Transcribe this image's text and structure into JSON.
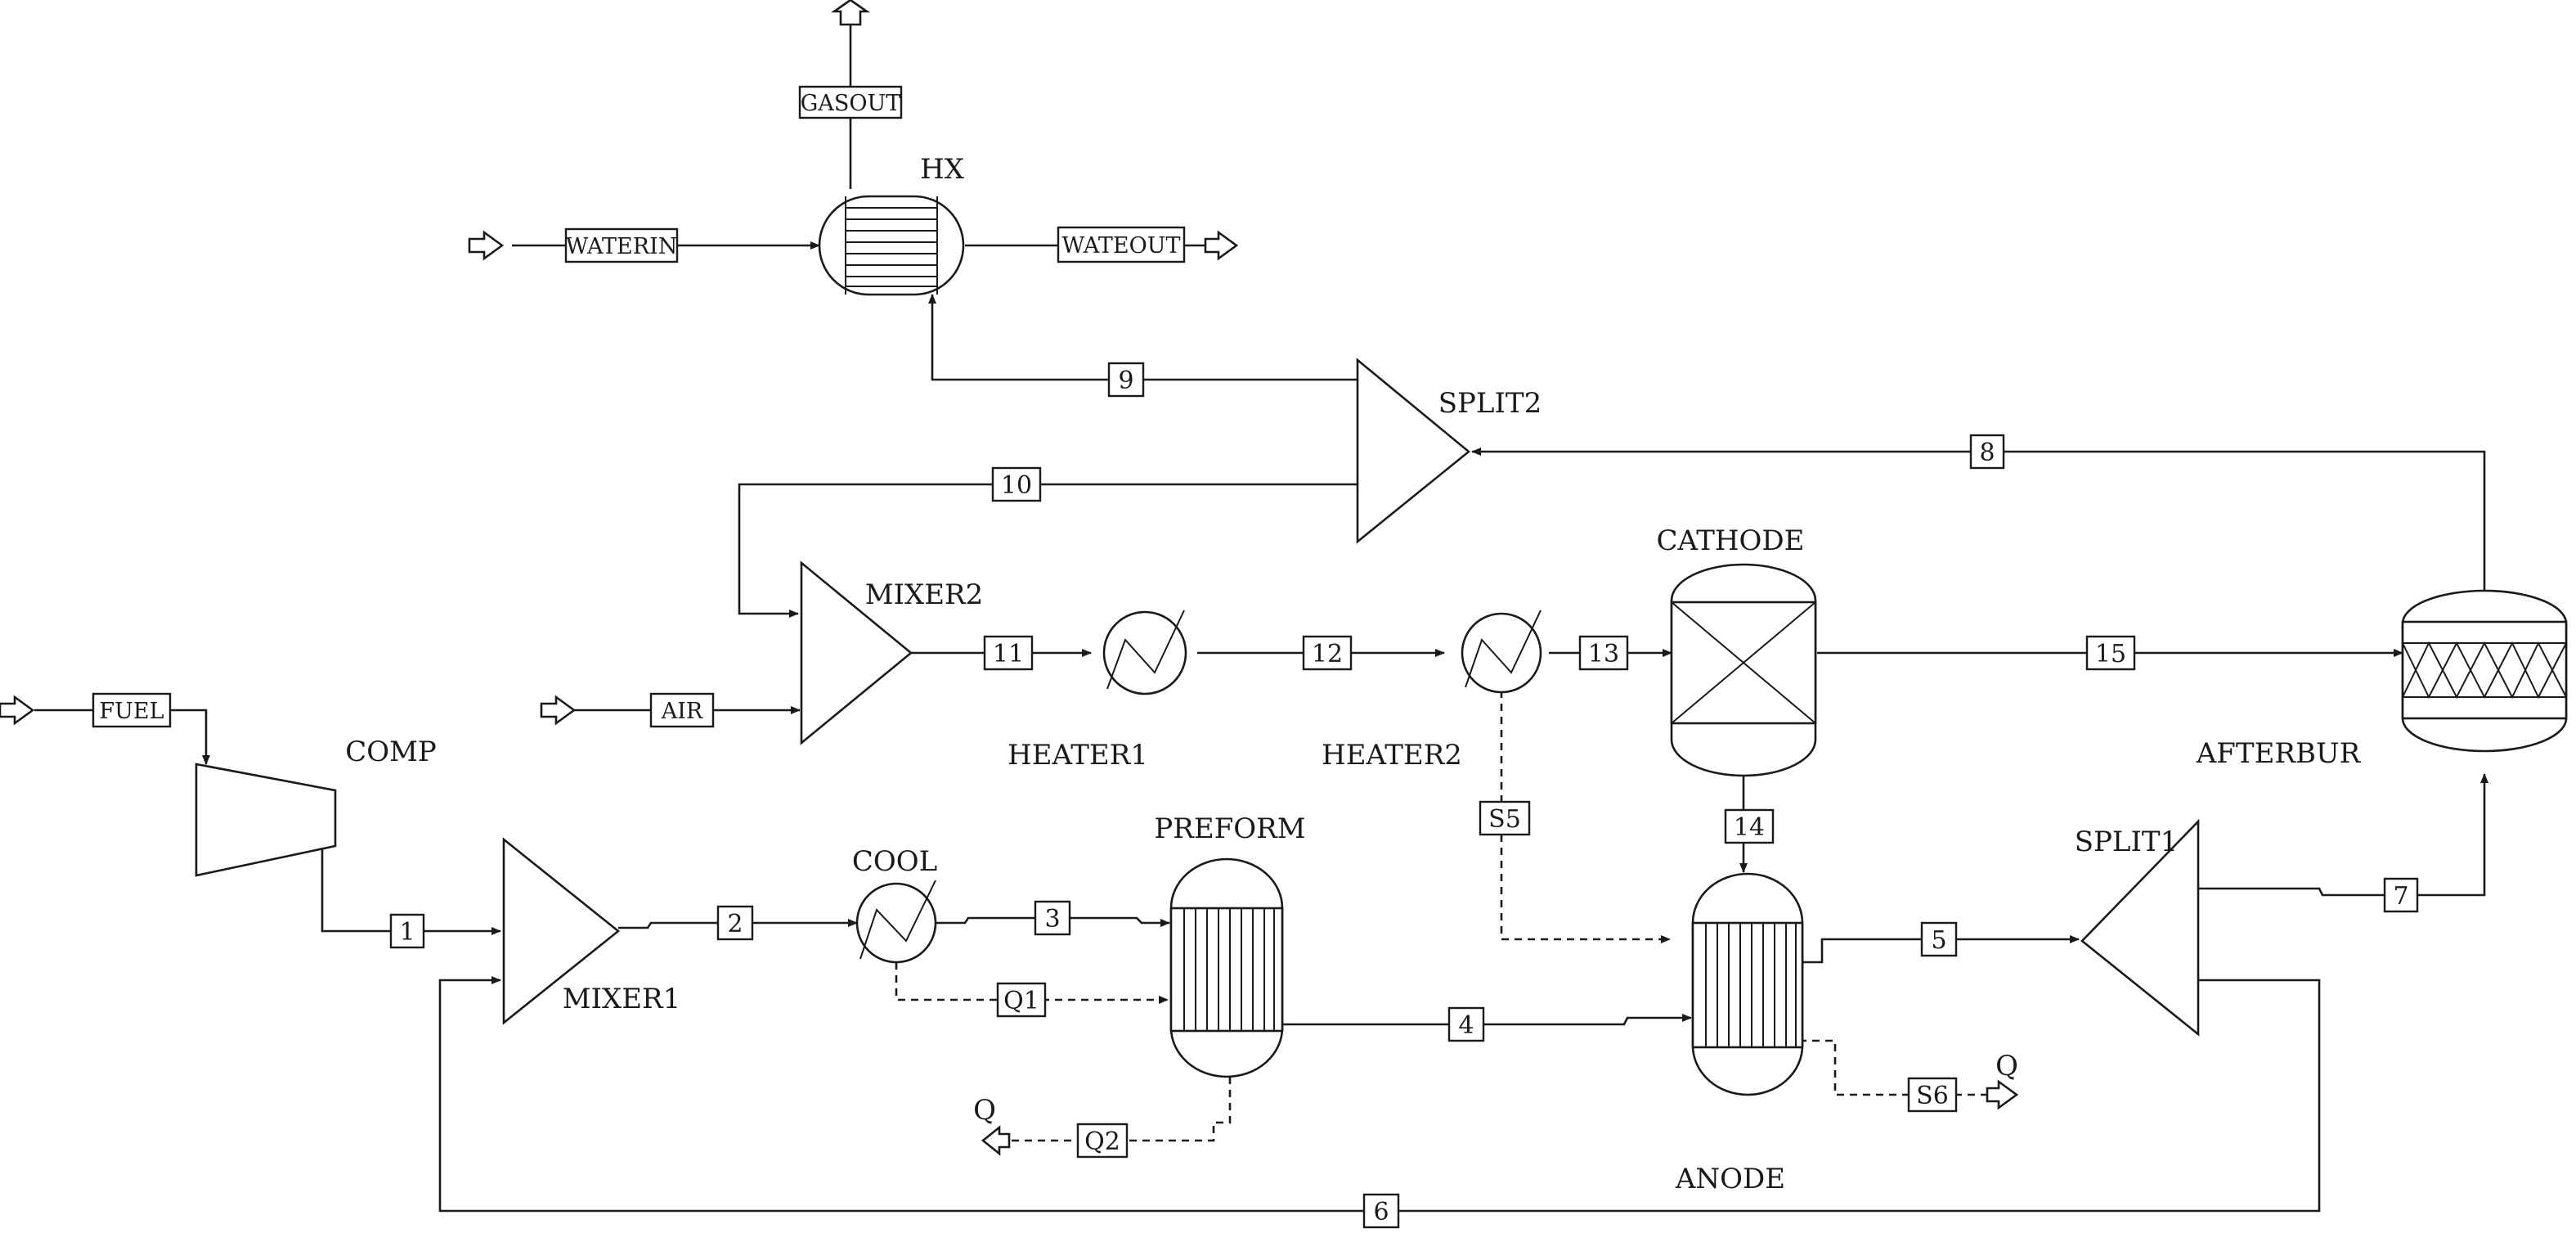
{
  "equipment": {
    "hx": "HX",
    "split2": "SPLIT2",
    "cathode": "CATHODE",
    "mixer2": "MIXER2",
    "heater1": "HEATER1",
    "heater2": "HEATER2",
    "comp": "COMP",
    "afterbur": "AFTERBUR",
    "cool": "COOL",
    "preform": "PREFORM",
    "split1": "SPLIT1",
    "mixer1": "MIXER1",
    "anode": "ANODE"
  },
  "feeds": {
    "gasout": "GASOUT",
    "waterin": "WATERIN",
    "wateout": "WATEOUT",
    "fuel": "FUEL",
    "air": "AIR"
  },
  "streams": [
    "1",
    "2",
    "3",
    "4",
    "5",
    "6",
    "7",
    "8",
    "9",
    "10",
    "11",
    "12",
    "13",
    "14",
    "15"
  ],
  "heat_streams": {
    "s5": "S5",
    "s6": "S6",
    "q1": "Q1",
    "q2": "Q2",
    "q_out_preform": "Q",
    "q_out_anode": "Q"
  }
}
